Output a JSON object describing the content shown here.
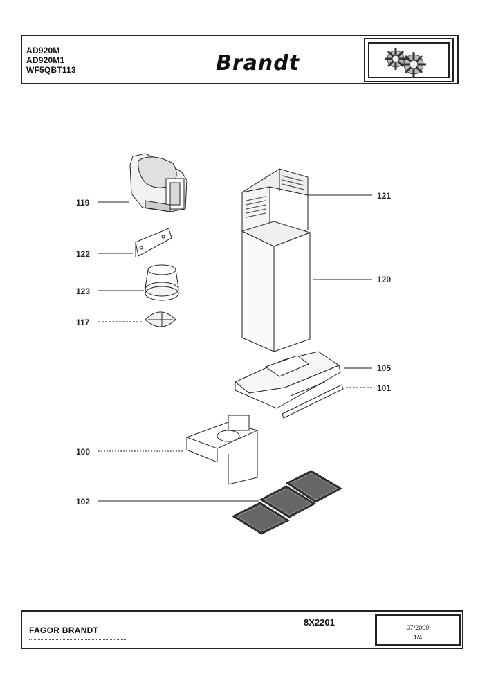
{
  "header": {
    "models": [
      "AD920M",
      "AD920M1",
      "WF5QBT113"
    ],
    "brand": "Brandt",
    "logo_icon": "gear-logo-icon"
  },
  "parts": [
    {
      "ref": "119"
    },
    {
      "ref": "121"
    },
    {
      "ref": "122"
    },
    {
      "ref": "120"
    },
    {
      "ref": "123"
    },
    {
      "ref": "117"
    },
    {
      "ref": "105"
    },
    {
      "ref": "101"
    },
    {
      "ref": "100"
    },
    {
      "ref": "102"
    }
  ],
  "footer": {
    "manufacturer": "FAGOR BRANDT",
    "document_ref": "8X2201",
    "date": "07/2009",
    "page": "1/4"
  }
}
